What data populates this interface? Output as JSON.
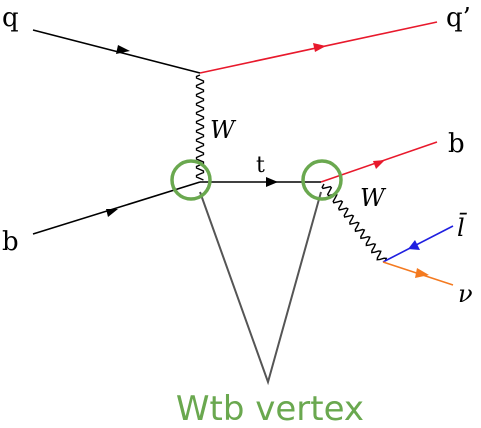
{
  "labels": {
    "q": "q",
    "q_prime": "q’",
    "b_in": "b",
    "b_out": "b",
    "w_top": "W",
    "w_right": "W",
    "t": "t",
    "lbar": "l̄",
    "nu": "ν"
  },
  "caption": "Wtb vertex",
  "colors": {
    "line": "#000000",
    "red": "#e8192c",
    "blue": "#1f1fe0",
    "orange": "#f47a20",
    "green": "#6aa84f",
    "grey": "#555555"
  }
}
